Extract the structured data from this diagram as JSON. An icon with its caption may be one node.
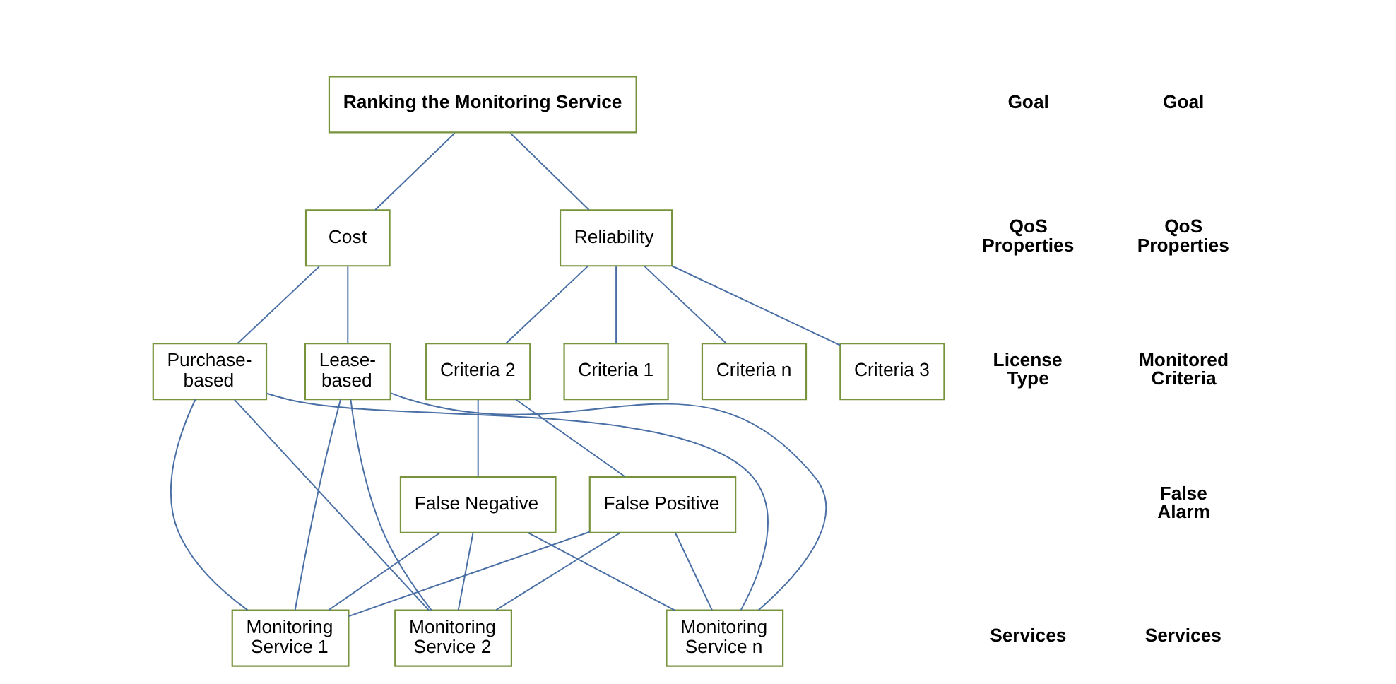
{
  "diagram": {
    "nodes": [
      {
        "text": [
          "Ranking the Monitoring Service"
        ]
      },
      {
        "text": [
          "Reliability"
        ]
      },
      {
        "text": [
          "Cost"
        ]
      },
      {
        "text": [
          "Criteria 1"
        ]
      },
      {
        "text": [
          "Criteria 2"
        ]
      },
      {
        "text": [
          "Criteria 3"
        ]
      },
      {
        "text": [
          "Criteria n"
        ]
      },
      {
        "text": [
          "Lease-based"
        ]
      },
      {
        "text": [
          "Purchase-based"
        ]
      },
      {
        "text": [
          "False Negative"
        ]
      },
      {
        "text": [
          "False Positive"
        ]
      },
      {
        "text": [
          "Monitoring Service 1"
        ]
      },
      {
        "text": [
          "Monitoring Service 2"
        ]
      },
      {
        "text": [
          "Monitoring Service n"
        ]
      }
    ],
    "edges": [
      {
        "from": 0,
        "to": 1,
        "arrow": "none"
      },
      {
        "from": 0,
        "to": 2,
        "arrow": "none"
      },
      {
        "from": 1,
        "to": 3,
        "arrow": "none"
      },
      {
        "from": 1,
        "to": 4,
        "arrow": "none"
      },
      {
        "from": 1,
        "to": 5,
        "arrow": "none"
      },
      {
        "from": 1,
        "to": 6,
        "arrow": "none"
      },
      {
        "from": 2,
        "to": 7,
        "arrow": "none"
      },
      {
        "from": 2,
        "to": 8,
        "arrow": "none"
      },
      {
        "from": 4,
        "to": 9,
        "arrow": "none"
      },
      {
        "from": 4,
        "to": 10,
        "arrow": "none"
      },
      {
        "from": 9,
        "to": 11,
        "arrow": "none"
      },
      {
        "from": 9,
        "to": 12,
        "arrow": "none"
      },
      {
        "from": 9,
        "to": 13,
        "arrow": "none"
      },
      {
        "from": 10,
        "to": 11,
        "arrow": "none"
      },
      {
        "from": 10,
        "to": 12,
        "arrow": "none"
      },
      {
        "from": 10,
        "to": 13,
        "arrow": "none"
      },
      {
        "from": 7,
        "to": 11,
        "arrow": "none"
      },
      {
        "from": 7,
        "to": 12,
        "arrow": "none"
      },
      {
        "from": 7,
        "to": 13,
        "arrow": "none"
      },
      {
        "from": 8,
        "to": 11,
        "arrow": "none"
      },
      {
        "from": 8,
        "to": 12,
        "arrow": "none"
      },
      {
        "from": 8,
        "to": 13,
        "arrow": "none"
      }
    ],
    "labels": [
      "Goal",
      "Goal",
      "QoS Properties",
      "QoS Properties",
      "Monitored Criteria",
      "License Type",
      "False Alarm",
      "Services",
      "Services"
    ]
  }
}
